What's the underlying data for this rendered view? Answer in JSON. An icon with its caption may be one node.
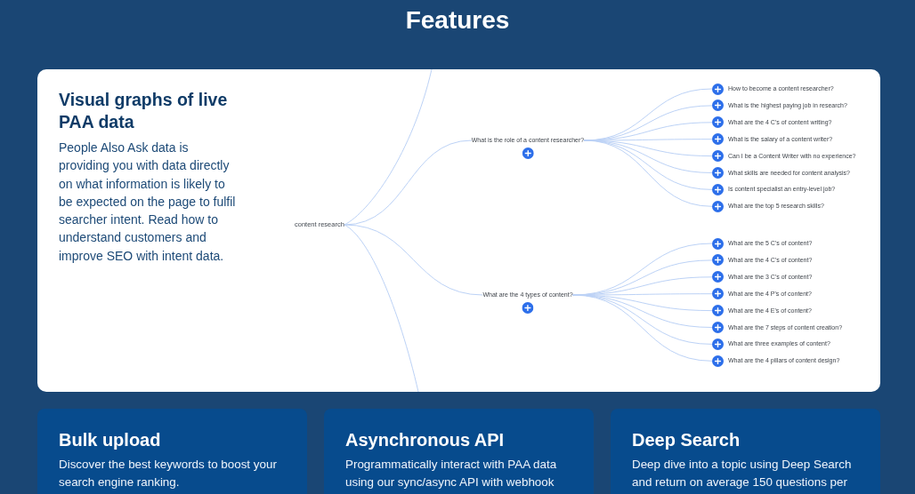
{
  "diagram": {
    "title": "Features",
    "nodes": [
      {
        "text": [
          "Visual graphs of live PAA data",
          "People Also Ask data is providing you with data directly on what information is likely to be expected on the page to fulfil searcher intent. Read how to understand customers and improve SEO with intent data."
        ]
      },
      {
        "text": [
          "content research"
        ],
        "in": 0
      },
      {
        "text": [
          "What is the role of a content researcher?"
        ],
        "in": 0
      },
      {
        "text": [
          "How to become a content researcher?"
        ],
        "in": 0
      },
      {
        "text": [
          "What is the highest paying job in research?"
        ],
        "in": 0
      },
      {
        "text": [
          "What are the 4 C's of content writing?"
        ],
        "in": 0
      },
      {
        "text": [
          "What is the salary of a content writer?"
        ],
        "in": 0
      },
      {
        "text": [
          "Can I be a Content Writer with no experience?"
        ],
        "in": 0
      },
      {
        "text": [
          "What skills are needed for content analysis?"
        ],
        "in": 0
      },
      {
        "text": [
          "Is content specialist an entry-level job?"
        ],
        "in": 0
      },
      {
        "text": [
          "What are the top 5 research skills?"
        ],
        "in": 0
      },
      {
        "text": [
          "What are the 4 types of content?"
        ],
        "in": 0
      },
      {
        "text": [
          "What are the 5 C's of content?"
        ],
        "in": 0
      },
      {
        "text": [
          "What are the 4 C's of content?"
        ],
        "in": 0
      },
      {
        "text": [
          "What are the 3 C's of content?"
        ],
        "in": 0
      },
      {
        "text": [
          "What are the 4 P's of content?"
        ],
        "in": 0
      },
      {
        "text": [
          "What are the 4 E's of content?"
        ],
        "in": 0
      },
      {
        "text": [
          "What are the 7 steps of content creation?"
        ],
        "in": 0
      },
      {
        "text": [
          "What are three examples of content?"
        ],
        "in": 0
      },
      {
        "text": [
          "What are the 4 pillars of content design?"
        ],
        "in": 0
      },
      {
        "text": [
          "Bulk upload",
          "Discover the best keywords to boost your search engine ranking."
        ]
      },
      {
        "text": [
          "Asynchronous API",
          "Programmatically interact with PAA data using our sync/async API with webhook"
        ]
      },
      {
        "text": [
          "Deep Search",
          "Deep dive into a topic using Deep Search and return on average 150 questions per"
        ]
      }
    ],
    "edges": [
      {
        "from": 1,
        "to": 2,
        "arrow": "none"
      },
      {
        "from": 1,
        "to": 11,
        "arrow": "none"
      },
      {
        "from": 2,
        "to": 3,
        "arrow": "none"
      },
      {
        "from": 2,
        "to": 4,
        "arrow": "none"
      },
      {
        "from": 2,
        "to": 5,
        "arrow": "none"
      },
      {
        "from": 2,
        "to": 6,
        "arrow": "none"
      },
      {
        "from": 2,
        "to": 7,
        "arrow": "none"
      },
      {
        "from": 2,
        "to": 8,
        "arrow": "none"
      },
      {
        "from": 2,
        "to": 9,
        "arrow": "none"
      },
      {
        "from": 2,
        "to": 10,
        "arrow": "none"
      },
      {
        "from": 11,
        "to": 12,
        "arrow": "none"
      },
      {
        "from": 11,
        "to": 13,
        "arrow": "none"
      },
      {
        "from": 11,
        "to": 14,
        "arrow": "none"
      },
      {
        "from": 11,
        "to": 15,
        "arrow": "none"
      },
      {
        "from": 11,
        "to": 16,
        "arrow": "none"
      },
      {
        "from": 11,
        "to": 17,
        "arrow": "none"
      },
      {
        "from": 11,
        "to": 18,
        "arrow": "none"
      },
      {
        "from": 11,
        "to": 19,
        "arrow": "none"
      },
      {
        "from": 1,
        "to": null,
        "arrow": "none"
      },
      {
        "from": 1,
        "to": null,
        "arrow": "none"
      }
    ]
  }
}
